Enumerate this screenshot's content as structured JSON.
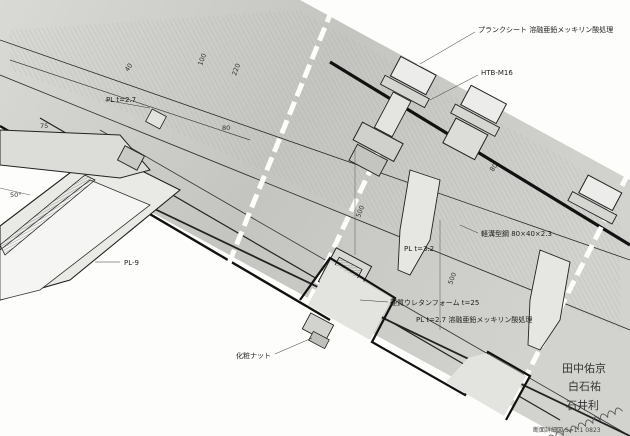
{
  "labels": {
    "plank_sheet": "プランクシート  溶融亜鉛メッキリン酸処理",
    "htb": "HTB-M16",
    "pl_27_left": "PL t=2.7",
    "pl_9": "PL-9",
    "pl_32": "PL t=3.2",
    "channel": "軽溝型鋼 80×40×2.3",
    "urethane": "硬質ウレタンフォーム t=25",
    "pl_27_bottom": "PL t=2.7  溶融亜鉛メッキリン酸処理",
    "decor_nut": "化粧ナット"
  },
  "dimensions": {
    "d40": "40",
    "d100": "100",
    "d220": "220",
    "d80a": "80",
    "d75": "75",
    "angle50": "50°",
    "d500a": "500",
    "d500b": "500",
    "d80b": "80"
  },
  "handwriting": {
    "line1": "田中佑京",
    "line2": "白石祐",
    "line3": "石井利"
  },
  "title_block": {
    "text": "断面詳細図  S=1:1  0823"
  }
}
